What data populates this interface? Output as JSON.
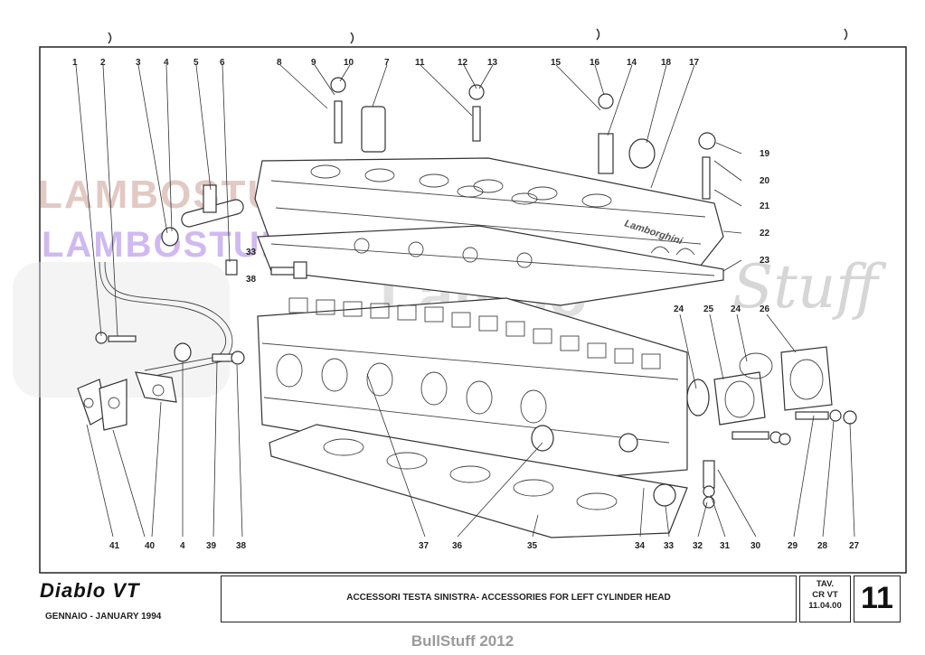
{
  "callouts": {
    "top": [
      "1",
      "2",
      "3",
      "4",
      "5",
      "6",
      "8",
      "9",
      "10",
      "7",
      "11",
      "12",
      "13",
      "15",
      "16",
      "14",
      "18",
      "17"
    ],
    "right": [
      "19",
      "20",
      "21",
      "22",
      "23"
    ],
    "mid": [
      "33",
      "38",
      "24",
      "25",
      "24",
      "26"
    ],
    "bottom": [
      "41",
      "40",
      "4",
      "39",
      "38",
      "37",
      "36",
      "35",
      "34",
      "33",
      "32",
      "31",
      "30",
      "29",
      "28",
      "27"
    ]
  },
  "watermarks": {
    "line1": "LAMBOSTUFF.COM",
    "line2": "LAMBOSTUFF.COM",
    "stuff_script": "Stuff",
    "lambo": "Lambo"
  },
  "title_block": {
    "brand": "Diablo VT",
    "date": "GENNAIO - JANUARY 1994",
    "title": "ACCESSORI TESTA SINISTRA- ACCESSORIES FOR LEFT CYLINDER HEAD",
    "tav_label": "TAV.",
    "model": "CR VT",
    "revision_date": "11.04.00",
    "page_number": "11"
  },
  "footer": {
    "credit": "BullStuff 2012"
  }
}
